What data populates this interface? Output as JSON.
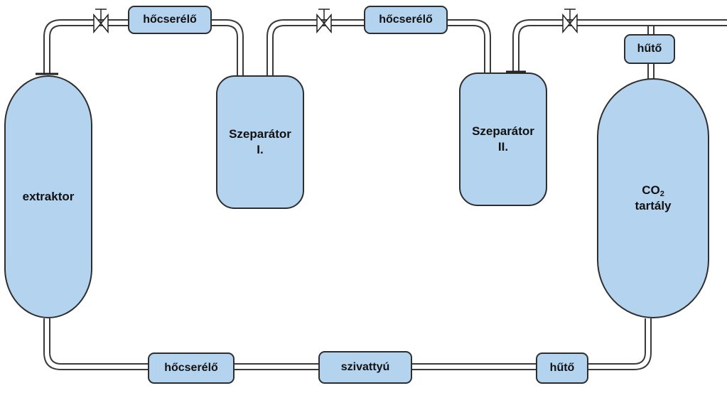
{
  "vessels": {
    "extractor": "extraktor",
    "separator1": {
      "line1": "Szeparátor",
      "line2": "I."
    },
    "separator2": {
      "line1": "Szeparátor",
      "line2": "II."
    },
    "tank": {
      "co": "CO",
      "sub": "2",
      "line2": "tartály"
    }
  },
  "units": {
    "heat_exchanger_top_1": "hőcserélő",
    "heat_exchanger_top_2": "hőcserélő",
    "heat_exchanger_bottom": "hőcserélő",
    "pump": "szivattyú",
    "cooler_bottom": "hűtő",
    "cooler_top": "hűtő"
  },
  "colors": {
    "equipment_fill": "#b4d3ef",
    "outline": "#2e2e2e"
  }
}
